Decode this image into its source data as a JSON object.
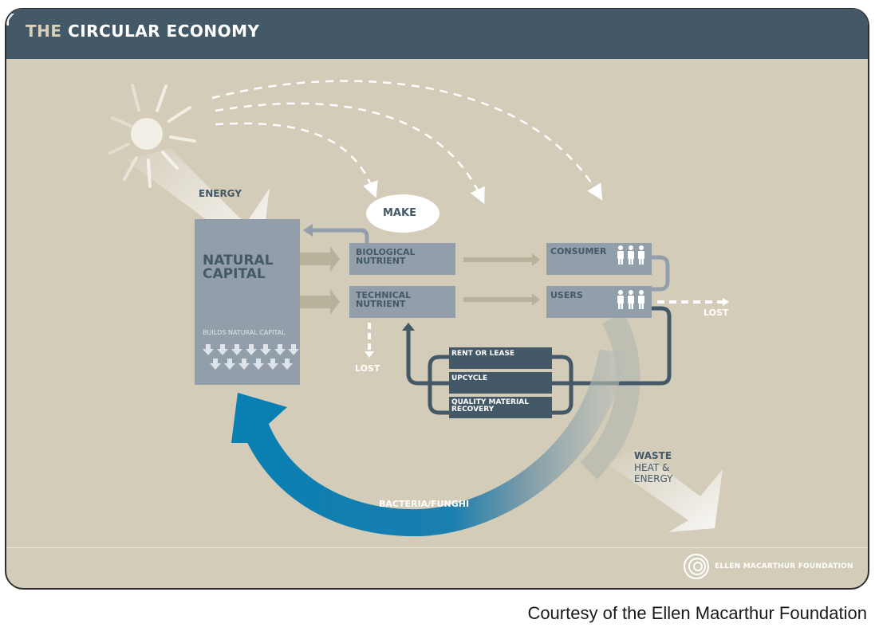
{
  "header": {
    "title_prefix": "THE",
    "title_main": "CIRCULAR ECONOMY"
  },
  "colors": {
    "header_bg": "#445967",
    "background": "#d3ccb9",
    "box_light": "#929fab",
    "box_dark": "#445967",
    "loop_blue": "#0a7fb2",
    "text_dark": "#445967",
    "white": "#ffffff"
  },
  "diagram": {
    "energy_label": "ENERGY",
    "make_label": "MAKE",
    "natural_capital": {
      "label": "NATURAL\nCAPITAL",
      "sublabel": "BUILDS NATURAL CAPITAL"
    },
    "biological_nutrient": "BIOLOGICAL\nNUTRIENT",
    "technical_nutrient": "TECHNICAL\nNUTRIENT",
    "consumer": "CONSUMER",
    "users": "USERS",
    "lost_left": "LOST",
    "lost_right": "LOST",
    "loops": [
      "RENT OR LEASE",
      "UPCYCLE",
      "QUALITY MATERIAL\nRECOVERY"
    ],
    "bacteria": "BACTERIA/FUNGHI",
    "waste_title": "WASTE",
    "waste_sub": "HEAT &\nENERGY"
  },
  "footer": {
    "logo_text": "ELLEN MACARTHUR FOUNDATION"
  },
  "caption": "Courtesy of the Ellen Macarthur Foundation"
}
